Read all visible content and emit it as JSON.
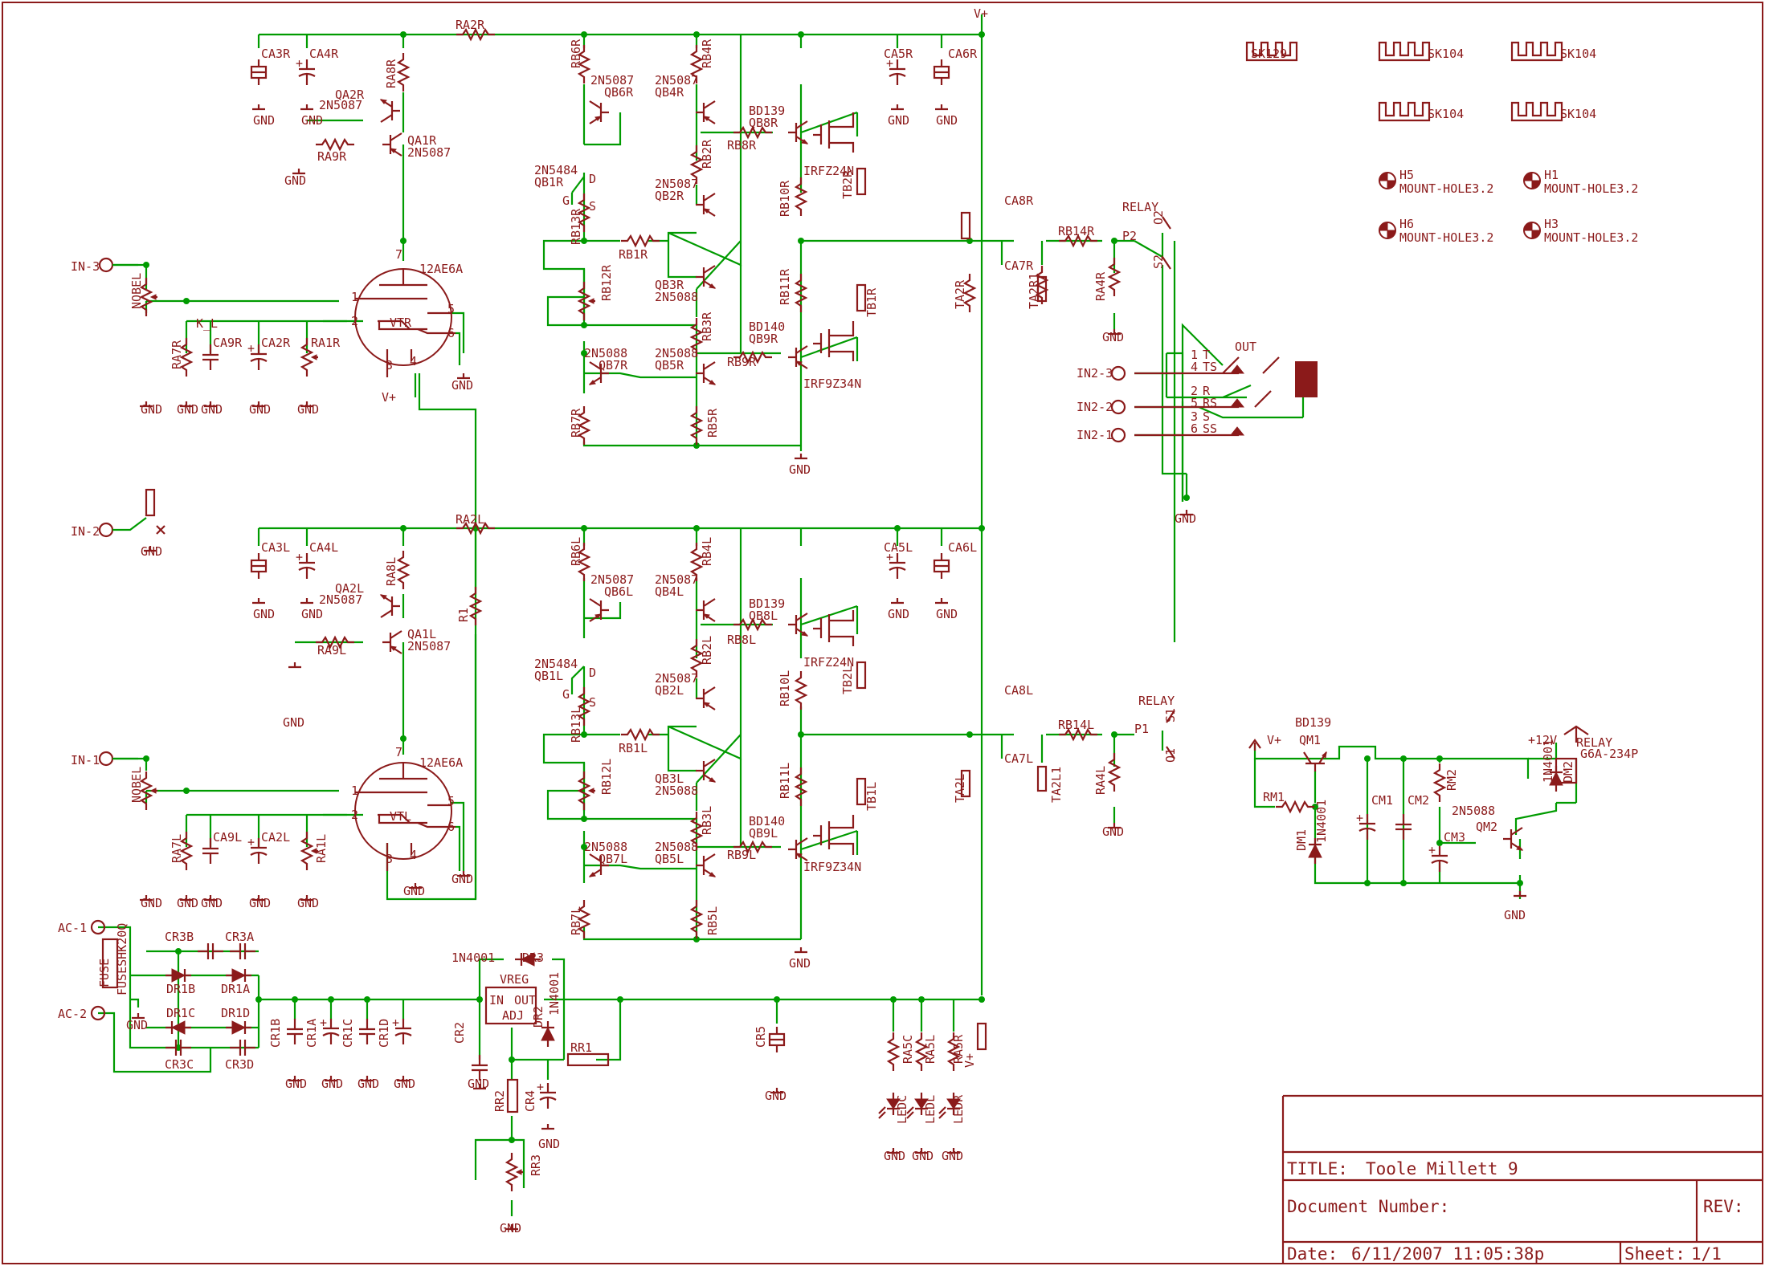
{
  "colors": {
    "wire": "#009b00",
    "symbol": "#8b1a1a",
    "background": "#ffffff"
  },
  "title_block": {
    "title_label": "TITLE:",
    "title_value": "Toole Millett 9",
    "doc_label": "Document Number:",
    "rev_label": "REV:",
    "date_label": "Date:",
    "date_value": "6/11/2007 11:05:38p",
    "sheet_label": "Sheet:",
    "sheet_value": "1/1"
  },
  "inputs": {
    "in3": "IN-3",
    "in2": "IN-2",
    "in1": "IN-1",
    "ac1": "AC-1",
    "ac2": "AC-2",
    "in2_3": "IN2-3",
    "in2_2": "IN2-2",
    "in2_1": "IN2-1"
  },
  "power": {
    "vplus": "V+",
    "gnd": "GND",
    "v12": "+12V"
  },
  "tubes": {
    "type": "12AE6A",
    "right": "VTR",
    "left": "VTL",
    "kl": "K_L"
  },
  "parts": {
    "ca3r": "CA3R",
    "ca4r": "CA4R",
    "ra8r": "RA8R",
    "ra2r": "RA2R",
    "qa2r": "QA2R",
    "qa2r_t": "2N5087",
    "qa1r": "QA1R",
    "qa1r_t": "2N5087",
    "ra9r": "RA9R",
    "rb4r": "RB4R",
    "rb6r": "RB6R",
    "qb6r": "QB6R",
    "qb6r_t": "2N5087",
    "qb4r": "QB4R",
    "qb4r_t": "2N5087",
    "qb8r": "QB8R",
    "qb8r_t": "BD139",
    "rb8r": "RB8R",
    "rb2r": "RB2R",
    "qb1r": "QB1R",
    "qb1r_t": "2N5484",
    "qb2r": "QB2R",
    "qb2r_t": "2N5087",
    "rb10r": "RB10R",
    "rb13r": "RB13R",
    "rb1r": "RB1R",
    "rb12r": "RB12R",
    "qb3r": "QB3R",
    "qb3r_t": "2N5088",
    "rb11r": "RB11R",
    "rb3r": "RB3R",
    "qb9r": "QB9R",
    "qb9r_t": "BD140",
    "rb9r": "RB9R",
    "qb7r": "QB7R",
    "qb7r_t": "2N5088",
    "qb5r": "QB5R",
    "qb5r_t": "2N5088",
    "rb7r": "RB7R",
    "rb5r": "RB5R",
    "irfz": "IRFZ24N",
    "irf9": "IRF9Z34N",
    "tb2r": "TB2R",
    "tb1r": "TB1R",
    "ca5r": "CA5R",
    "ca6r": "CA6R",
    "ca8r": "CA8R",
    "ca7r": "CA7R",
    "rb14r": "RB14R",
    "ta2r": "TA2R",
    "ta2r1": "TA2R1",
    "ra4r": "RA4R",
    "relay": "RELAY",
    "p2": "P2",
    "s2": "S2",
    "o2": "O2",
    "nobel": "NOBEL",
    "ra7r": "RA7R",
    "ca9r": "CA9R",
    "ca2r": "CA2R",
    "ra1r": "RA1R",
    "ca3l": "CA3L",
    "ca4l": "CA4L",
    "ra8l": "RA8L",
    "ra2l": "RA2L",
    "qa2l": "QA2L",
    "qa1l": "QA1L",
    "ra9l": "RA9L",
    "r1": "R1",
    "rb6l": "RB6L",
    "rb4l": "RB4L",
    "qb6l": "QB6L",
    "qb4l": "QB4L",
    "qb8l": "QB8L",
    "rb8l": "RB8L",
    "rb2l": "RB2L",
    "qb1l": "QB1L",
    "qb2l": "QB2L",
    "rb10l": "RB10L",
    "rb13l": "RB13L",
    "rb1l": "RB1L",
    "rb12l": "RB12L",
    "qb3l": "QB3L",
    "rb11l": "RB11L",
    "rb3l": "RB3L",
    "qb9l": "QB9L",
    "rb9l": "RB9L",
    "qb7l": "QB7L",
    "qb5l": "QB5L",
    "rb7l": "RB7L",
    "rb5l": "RB5L",
    "tb2l": "TB2L",
    "tb1l": "TB1L",
    "ca5l": "CA5L",
    "ca6l": "CA6L",
    "ca8l": "CA8L",
    "ca7l": "CA7L",
    "rb14l": "RB14L",
    "ta2l": "TA2L",
    "ta2l1": "TA2L1",
    "ra4l": "RA4L",
    "p1": "P1",
    "s1": "S1",
    "o1": "O1",
    "ra7l": "RA7L",
    "ca9l": "CA9L",
    "ca2l": "CA2L",
    "ra1l": "RA1L",
    "fuse": "FUSE",
    "fuse_t": "FUSESHK20Q",
    "cr3b": "CR3B",
    "cr3a": "CR3A",
    "dr1b": "DR1B",
    "dr1a": "DR1A",
    "dr1c": "DR1C",
    "dr1d": "DR1D",
    "cr3c": "CR3C",
    "cr3d": "CR3D",
    "cr1b": "CR1B",
    "cr1a": "CR1A",
    "cr1c": "CR1C",
    "cr1d": "CR1D",
    "n4001": "1N4001",
    "dr3": "DR3",
    "vreg": "VREG",
    "in": "IN",
    "out": "OUT",
    "adj": "ADJ",
    "dr2": "DR2",
    "cr2": "CR2",
    "rr1": "RR1",
    "rr2": "RR2",
    "cr4": "CR4",
    "rr3": "RR3",
    "cr5": "CR5",
    "ra5c": "RA5C",
    "ra5l": "RA5L",
    "ra5r": "RA5R",
    "ledc": "LEDC",
    "ledl": "LEDL",
    "ledr": "LEDR",
    "bd139": "BD139",
    "qm1": "QM1",
    "rm1": "RM1",
    "dm1": "DM1",
    "cm1": "CM1",
    "cm2": "CM2",
    "rm2": "RM2",
    "cm3": "CM3",
    "qm2": "QM2",
    "qm2_t": "2N5088",
    "dm2": "DM2",
    "relay_t": "G6A-234P",
    "sk129": "SK129",
    "sk104": "SK104",
    "h1": "H1",
    "h3": "H3",
    "h5": "H5",
    "h6": "H6",
    "mh": "MOUNT-HOLE3.2",
    "jack": "OUT",
    "t": "T",
    "ts": "TS",
    "r": "R",
    "rs": "RS",
    "s": "S",
    "ss": "SS",
    "pin1": "1",
    "pin2": "2",
    "pin3": "3",
    "pin4": "4",
    "pin5": "5",
    "pin6": "6",
    "pin7": "7"
  }
}
